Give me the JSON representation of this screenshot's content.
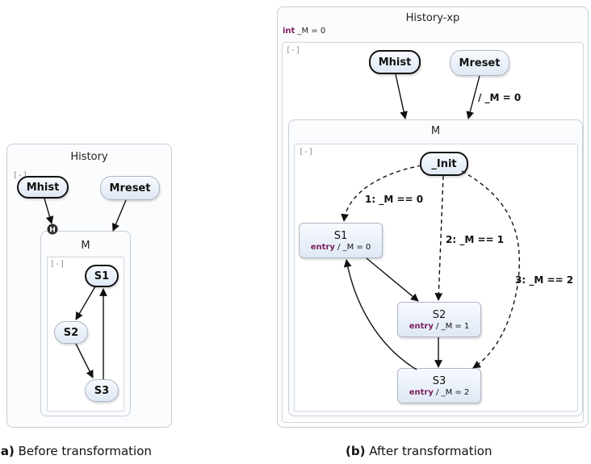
{
  "left": {
    "region_title": "History",
    "collapse": "[-]",
    "states": {
      "mhist": "Mhist",
      "mreset": "Mreset"
    },
    "inner_region_title": "M",
    "inner_collapse": "[-]",
    "inner_states": {
      "s1": "S1",
      "s2": "S2",
      "s3": "S3"
    },
    "history_glyph": "H",
    "caption_prefix": "(a)",
    "caption_text": " Before transformation"
  },
  "right": {
    "region_title": "History-xp",
    "decl_keyword": "int",
    "decl_text": " _M = 0",
    "collapse": "[-]",
    "states": {
      "mhist": "Mhist",
      "mreset": "Mreset"
    },
    "mreset_edge_label": "/ _M = 0",
    "inner_region_title": "M",
    "inner_collapse": "[-]",
    "init_state": "_Init",
    "inner_states": {
      "s1": {
        "name": "S1",
        "entry_kw": "entry",
        "action": " / _M = 0"
      },
      "s2": {
        "name": "S2",
        "entry_kw": "entry",
        "action": " / _M = 1"
      },
      "s3": {
        "name": "S3",
        "entry_kw": "entry",
        "action": " / _M = 2"
      }
    },
    "edge_labels": {
      "to_s1": "1: _M == 0",
      "to_s2": "2: _M == 1",
      "to_s3": "3: _M == 2"
    },
    "caption_prefix": "(b)",
    "caption_text": " After transformation"
  }
}
